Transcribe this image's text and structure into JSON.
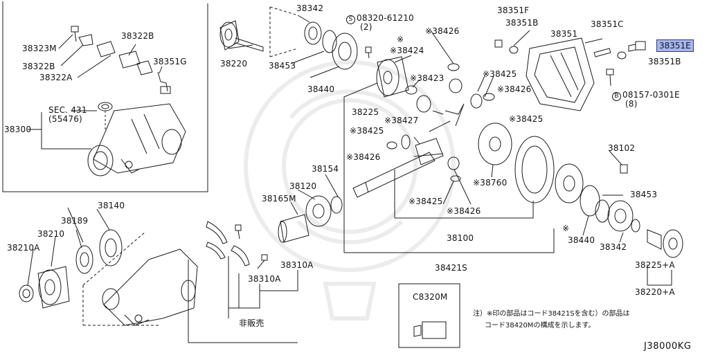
{
  "labels": {
    "p38323M": "38323M",
    "p38322B_top": "38322B",
    "p38322B_low": "38322B",
    "p38322A": "38322A",
    "p38351G": "38351G",
    "sec431_a": "SEC. 431",
    "sec431_b": "(55476)",
    "p38300": "38300",
    "p38220": "38220",
    "p38342_top": "38342",
    "p38453_top": "38453",
    "p38440_top": "38440",
    "bolt08320_a": "08320-61210",
    "bolt08320_b": "(2)",
    "bolt08320_mark": "S",
    "p38424": "※38424",
    "p38426_a": "※38426",
    "p38423": "※38423",
    "p38425_a": "※38425",
    "p38426_b": "※38426",
    "p38225": "38225",
    "p38427": "※38427",
    "p38425_b": "※38425",
    "p38425_c": "※38425",
    "p38426_c": "※38426",
    "p38760": "※38760",
    "p38425_d": "※38425",
    "p38426_d": "※38426",
    "p38100": "38100",
    "p38421S": "38421S",
    "p38154": "38154",
    "p38120": "38120",
    "p38165M": "38165M",
    "asterisk_mark": "※",
    "p38351F": "38351F",
    "p38351B_top": "38351B",
    "p38351": "38351",
    "p38351C": "38351C",
    "p38351E": "38351E",
    "p38351B_right": "38351B",
    "bolt08157_a": "08157-0301E",
    "bolt08157_b": "(8)",
    "bolt08157_mark": "B",
    "p38102": "38102",
    "p38453_right": "38453",
    "p38440_right": "38440",
    "p38342_right": "38342",
    "p38225A": "38225+A",
    "p38220A": "38220+A",
    "p38140": "38140",
    "p38189": "38189",
    "p38210": "38210",
    "p38210A": "38210A",
    "p38310A_a": "38310A",
    "p38310A_b": "38310A",
    "not_sold": "非販売",
    "pC8320M": "C8320M"
  },
  "footnote": {
    "line1": "注）※印の部品はコード38421Sを含む）の部品は",
    "line2": "コード38420Mの構成を示します。"
  },
  "diagram_code": "J38000KG",
  "colors": {
    "line": "#1a1a1a",
    "highlight_fill": "#a9b5e3",
    "highlight_border": "#2c3c8f",
    "watermark": "#eeeeee"
  }
}
